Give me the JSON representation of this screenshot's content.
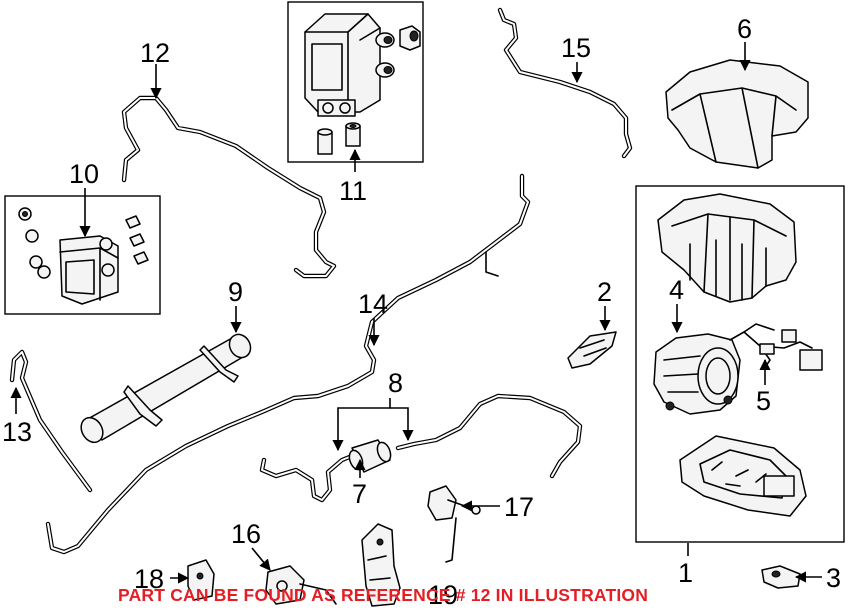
{
  "callouts": [
    "1",
    "2",
    "3",
    "4",
    "5",
    "6",
    "7",
    "8",
    "9",
    "10",
    "11",
    "12",
    "13",
    "14",
    "15",
    "16",
    "17",
    "18",
    "19"
  ],
  "note": "PART CAN BE FOUND AS REFERENCE # 12 IN ILLUSTRATION",
  "colors": {
    "note": "#e31e24",
    "line": "#000000",
    "background": "#ffffff"
  }
}
